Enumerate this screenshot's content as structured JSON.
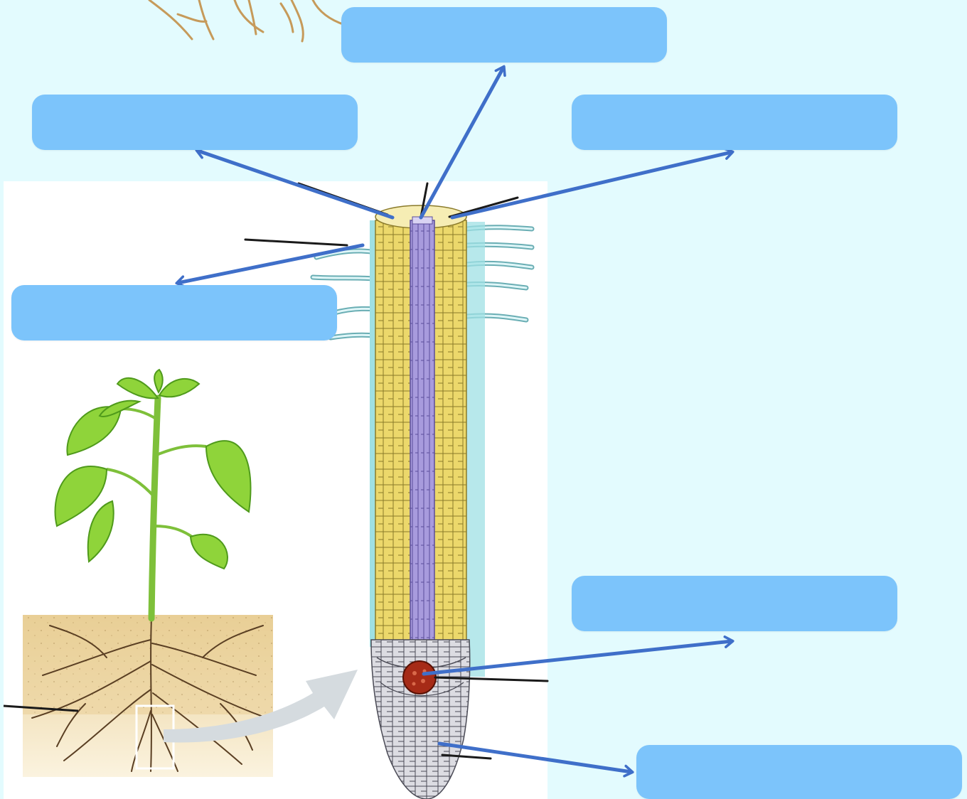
{
  "colors": {
    "background": "#e3fbfe",
    "panel": "#ffffff",
    "label_box": "#7cc4fb",
    "arrow": "#3f6fc9",
    "pointer": "#1a1a1a",
    "epidermis": "#9fe0e4",
    "cortex": "#ecd86b",
    "cortex_outline": "#8a7a2a",
    "vascular": "#a89bdd",
    "vascular_outline": "#5a4d9a",
    "meristem": "#a62b17",
    "root_cap": "#c8c8cf",
    "leaf": "#8fd43a",
    "leaf_dark": "#4f9a1b",
    "stem": "#7ec03a",
    "soil": "#e9cf96",
    "roots": "#5a3f23",
    "callout_arrow": "#d5dbdf"
  },
  "icons": {
    "plant": "seedling-illustration",
    "root": "root-longitudinal-section",
    "callout": "curved-callout-arrow"
  },
  "labels": {
    "top": "",
    "left_upper": "",
    "right_upper": "",
    "left_mid": "",
    "right_lower": "",
    "bottom": ""
  }
}
